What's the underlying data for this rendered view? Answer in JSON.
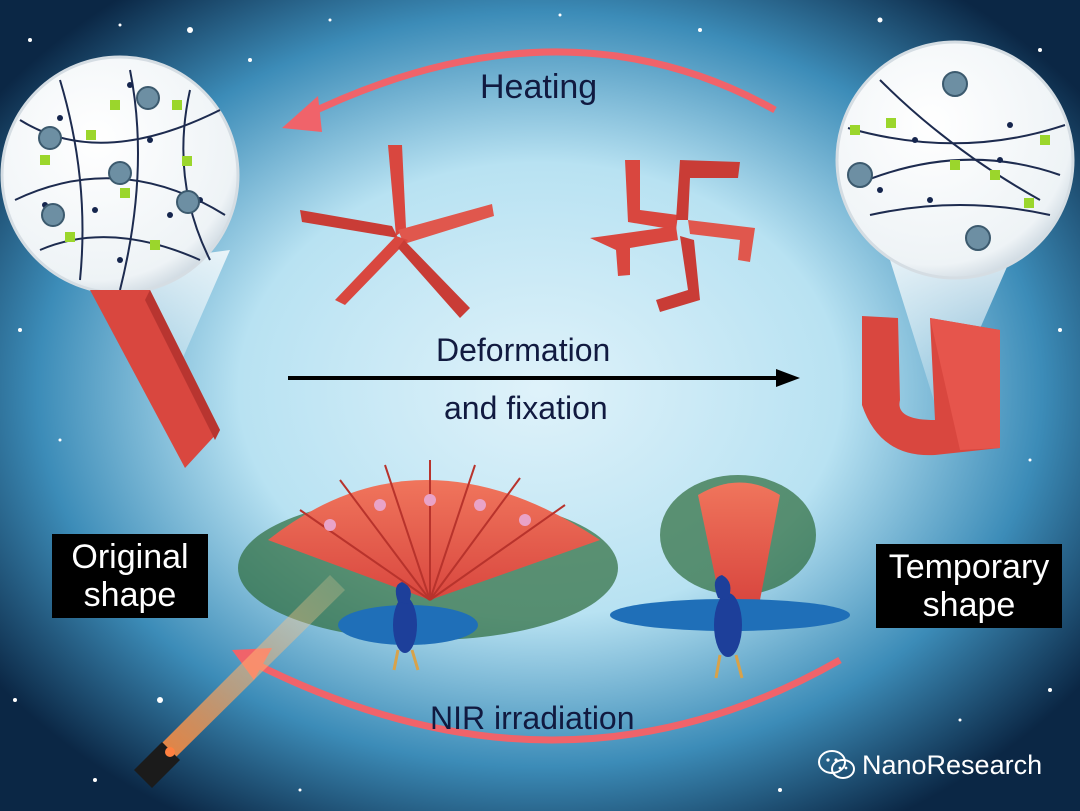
{
  "labels": {
    "heating": "Heating",
    "deformation_line1": "Deformation",
    "deformation_line2": "and fixation",
    "nir": "NIR irradiation",
    "original_line1": "Original",
    "original_line2": "shape",
    "temporary_line1": "Temporary",
    "temporary_line2": "shape"
  },
  "watermark": {
    "text": "NanoResearch",
    "icon": "wechat-icon"
  },
  "colors": {
    "arrow_red": "#f0636a",
    "strip_red": "#d9473f",
    "background_dark": "#0b2745",
    "background_glow": "#cde9f6",
    "arrow_black": "#000000"
  }
}
